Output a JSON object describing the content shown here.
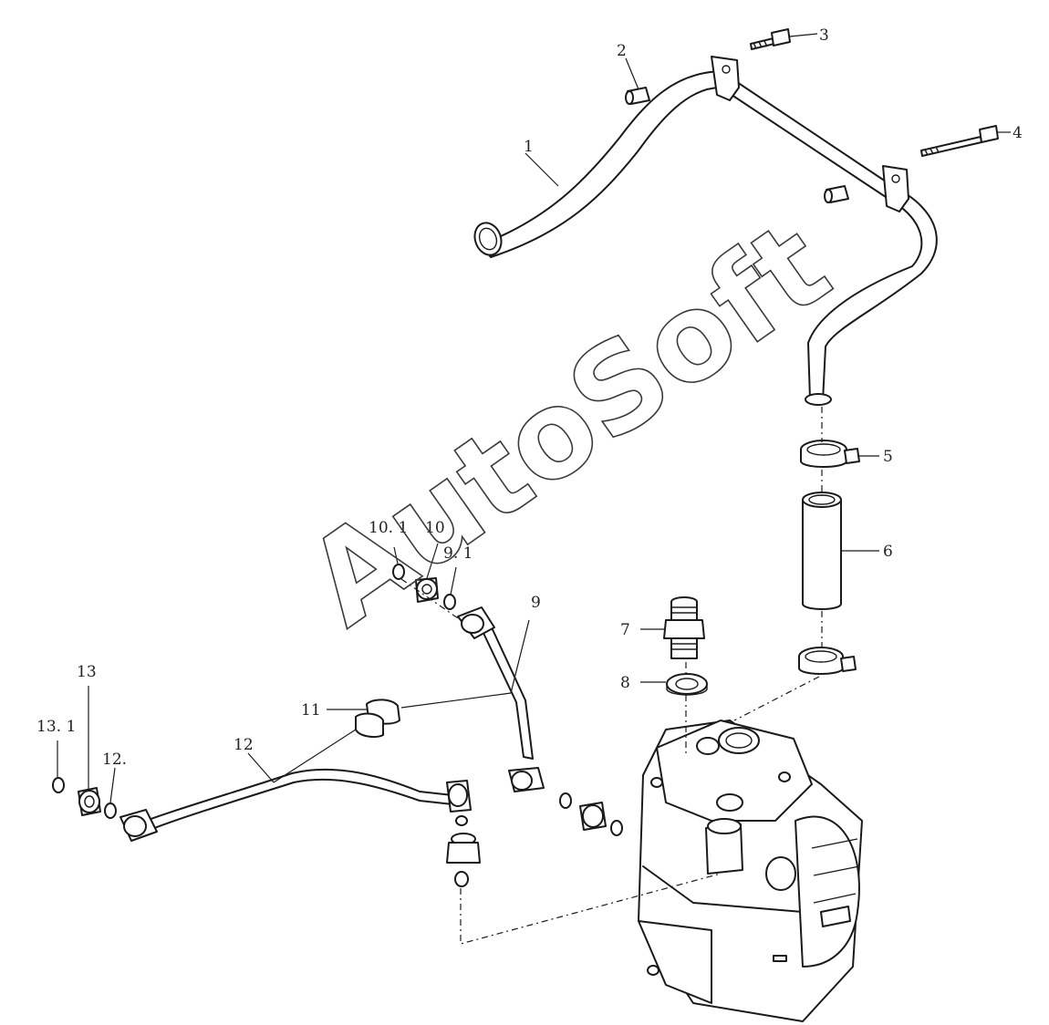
{
  "diagram": {
    "callouts": [
      {
        "id": "c1",
        "text": "1"
      },
      {
        "id": "c2",
        "text": "2"
      },
      {
        "id": "c3",
        "text": "3"
      },
      {
        "id": "c4",
        "text": "4"
      },
      {
        "id": "c5",
        "text": "5"
      },
      {
        "id": "c6",
        "text": "6"
      },
      {
        "id": "c7",
        "text": "7"
      },
      {
        "id": "c8",
        "text": "8"
      },
      {
        "id": "c9",
        "text": "9"
      },
      {
        "id": "c10",
        "text": "10"
      },
      {
        "id": "c10_1",
        "text": "10. 1"
      },
      {
        "id": "c9_1",
        "text": "9. 1"
      },
      {
        "id": "c11",
        "text": "11"
      },
      {
        "id": "c12",
        "text": "12"
      },
      {
        "id": "c12_dot",
        "text": "12."
      },
      {
        "id": "c13",
        "text": "13"
      },
      {
        "id": "c13_1",
        "text": "13. 1"
      }
    ],
    "watermark": "AutoSoft",
    "line_color": "#1a1a1a",
    "background": "#ffffff"
  }
}
